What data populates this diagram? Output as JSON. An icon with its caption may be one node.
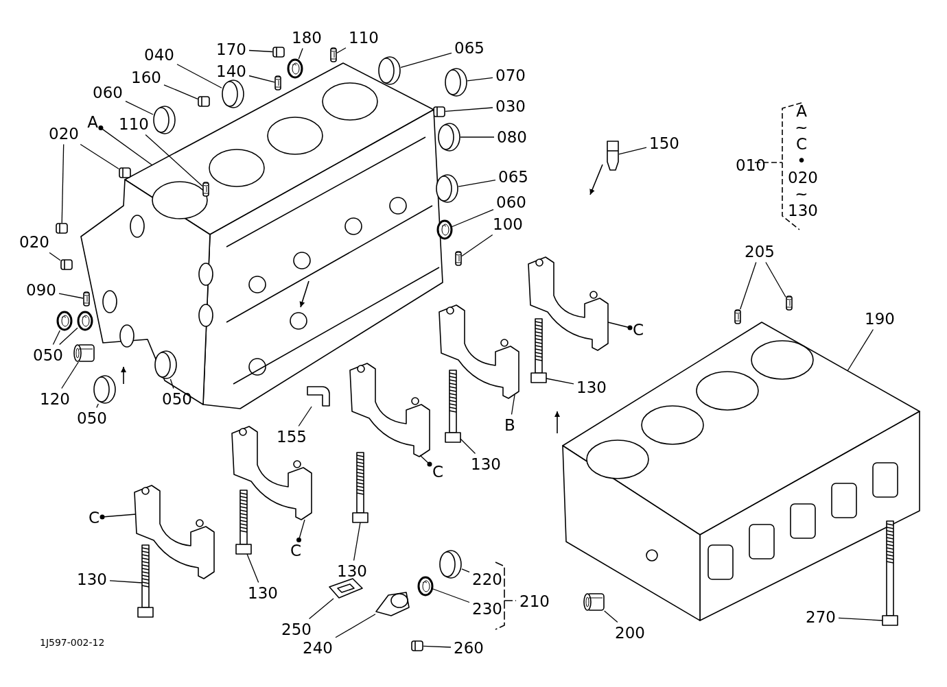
{
  "diagram": {
    "nodes": [
      {
        "text": [
          "180"
        ]
      },
      {
        "text": [
          "110"
        ]
      },
      {
        "text": [
          "170"
        ]
      },
      {
        "text": [
          "065"
        ]
      },
      {
        "text": [
          "040"
        ]
      },
      {
        "text": [
          "140"
        ]
      },
      {
        "text": [
          "070"
        ]
      },
      {
        "text": [
          "160"
        ]
      },
      {
        "text": [
          "060"
        ]
      },
      {
        "text": [
          "030"
        ]
      },
      {
        "text": [
          "A"
        ]
      },
      {
        "text": [
          "110"
        ]
      },
      {
        "text": [
          "020"
        ]
      },
      {
        "text": [
          "080"
        ]
      },
      {
        "text": [
          "150"
        ]
      },
      {
        "text": [
          "065"
        ]
      },
      {
        "text": [
          "060"
        ]
      },
      {
        "text": [
          "100"
        ]
      },
      {
        "text": [
          "020"
        ]
      },
      {
        "text": [
          "205"
        ]
      },
      {
        "text": [
          "090"
        ]
      },
      {
        "text": [
          "190"
        ]
      },
      {
        "text": [
          "C"
        ]
      },
      {
        "text": [
          "050"
        ]
      },
      {
        "text": [
          "120"
        ]
      },
      {
        "text": [
          "050"
        ]
      },
      {
        "text": [
          "130"
        ]
      },
      {
        "text": [
          "050"
        ]
      },
      {
        "text": [
          "B"
        ]
      },
      {
        "text": [
          "155"
        ]
      },
      {
        "text": [
          "C"
        ]
      },
      {
        "text": [
          "130"
        ]
      },
      {
        "text": [
          "C"
        ]
      },
      {
        "text": [
          "C"
        ]
      },
      {
        "text": [
          "130"
        ]
      },
      {
        "text": [
          "130"
        ]
      },
      {
        "text": [
          "220"
        ]
      },
      {
        "text": [
          "130"
        ]
      },
      {
        "text": [
          "230"
        ]
      },
      {
        "text": [
          "250"
        ]
      },
      {
        "text": [
          "200"
        ]
      },
      {
        "text": [
          "270"
        ]
      },
      {
        "text": [
          "240"
        ]
      },
      {
        "text": [
          "260"
        ]
      },
      {
        "text": [],
        "shape": "picture"
      },
      {
        "text": [],
        "shape": "picture"
      },
      {
        "text": [],
        "shape": "picture"
      },
      {
        "text": [],
        "shape": "picture"
      },
      {
        "text": [],
        "shape": "picture"
      },
      {
        "text": [],
        "shape": "picture"
      },
      {
        "text": [],
        "shape": "picture"
      },
      {
        "text": [],
        "shape": "picture"
      },
      {
        "text": [],
        "shape": "picture"
      },
      {
        "text": [],
        "shape": "picture"
      },
      {
        "text": [],
        "shape": "picture"
      },
      {
        "text": [],
        "shape": "picture"
      },
      {
        "text": [],
        "shape": "picture"
      },
      {
        "text": [],
        "shape": "picture"
      },
      {
        "text": [],
        "shape": "picture"
      },
      {
        "text": [],
        "shape": "picture"
      },
      {
        "text": [],
        "shape": "picture"
      },
      {
        "text": [],
        "shape": "picture"
      },
      {
        "text": [],
        "shape": "picture"
      },
      {
        "text": [],
        "shape": "picture"
      },
      {
        "text": [],
        "shape": "picture"
      },
      {
        "text": [],
        "shape": "picture"
      },
      {
        "text": [],
        "shape": "picture"
      },
      {
        "text": [],
        "shape": "picture"
      },
      {
        "text": [],
        "shape": "picture"
      },
      {
        "text": [],
        "shape": "picture"
      },
      {
        "text": [],
        "shape": "picture"
      },
      {
        "text": [],
        "shape": "picture"
      },
      {
        "text": [],
        "shape": "picture"
      },
      {
        "text": [],
        "shape": "picture"
      },
      {
        "text": [],
        "shape": "picture"
      },
      {
        "text": [],
        "shape": "picture"
      },
      {
        "text": [],
        "shape": "picture"
      },
      {
        "text": [],
        "shape": "picture"
      },
      {
        "text": [],
        "shape": "picture"
      },
      {
        "text": [],
        "shape": "picture"
      },
      {
        "text": [],
        "shape": "picture"
      },
      {
        "text": [],
        "shape": "picture"
      },
      {
        "text": [],
        "shape": "picture"
      },
      {
        "text": [],
        "shape": "picture"
      },
      {
        "text": [],
        "shape": "picture"
      },
      {
        "text": [],
        "shape": "picture"
      },
      {
        "text": [],
        "shape": "picture"
      },
      {
        "text": [],
        "shape": "picture"
      },
      {
        "text": [],
        "shape": "picture"
      },
      {
        "text": [],
        "shape": "picture"
      },
      {
        "text": [],
        "shape": "picture"
      }
    ],
    "edges": [
      {
        "from": 0,
        "to": 44,
        "arrow": "none"
      },
      {
        "from": 1,
        "to": 45,
        "arrow": "none"
      },
      {
        "from": 2,
        "to": 46,
        "arrow": "none"
      },
      {
        "from": 3,
        "to": 47,
        "arrow": "none"
      },
      {
        "from": 4,
        "to": 48,
        "arrow": "none"
      },
      {
        "from": 5,
        "to": 49,
        "arrow": "none"
      },
      {
        "from": 6,
        "to": 50,
        "arrow": "none"
      },
      {
        "from": 7,
        "to": 51,
        "arrow": "none"
      },
      {
        "from": 8,
        "to": 52,
        "arrow": "none"
      },
      {
        "from": 9,
        "to": 53,
        "arrow": "none"
      },
      {
        "from": 10,
        "to": 54,
        "arrow": "other"
      },
      {
        "from": 11,
        "to": 55,
        "arrow": "none"
      },
      {
        "from": 12,
        "to": 56,
        "arrow": "none"
      },
      {
        "from": 12,
        "to": 57,
        "arrow": "none"
      },
      {
        "from": 13,
        "to": 59,
        "arrow": "none"
      },
      {
        "from": 14,
        "to": 60,
        "arrow": "none"
      },
      {
        "from": 15,
        "to": 61,
        "arrow": "none"
      },
      {
        "from": 16,
        "to": 62,
        "arrow": "none"
      },
      {
        "from": 17,
        "to": 63,
        "arrow": "none"
      },
      {
        "from": 18,
        "to": 58,
        "arrow": "none"
      },
      {
        "from": 19,
        "to": 64,
        "arrow": "none"
      },
      {
        "from": 19,
        "to": 65,
        "arrow": "none"
      },
      {
        "from": 20,
        "to": 66,
        "arrow": "none"
      },
      {
        "from": 21,
        "to": 67,
        "arrow": "none"
      },
      {
        "from": 22,
        "to": 68,
        "arrow": "other"
      },
      {
        "from": 23,
        "to": 69,
        "arrow": "none"
      },
      {
        "from": 23,
        "to": 70,
        "arrow": "none"
      },
      {
        "from": 24,
        "to": 71,
        "arrow": "none"
      },
      {
        "from": 25,
        "to": 72,
        "arrow": "none"
      },
      {
        "from": 26,
        "to": 73,
        "arrow": "none"
      },
      {
        "from": 27,
        "to": 74,
        "arrow": "none"
      },
      {
        "from": 28,
        "to": 75,
        "arrow": "none"
      },
      {
        "from": 29,
        "to": 76,
        "arrow": "none"
      },
      {
        "from": 30,
        "to": 77,
        "arrow": "other"
      },
      {
        "from": 31,
        "to": 78,
        "arrow": "none"
      },
      {
        "from": 32,
        "to": 79,
        "arrow": "other"
      },
      {
        "from": 33,
        "to": 80,
        "arrow": "other"
      },
      {
        "from": 34,
        "to": 81,
        "arrow": "none"
      },
      {
        "from": 35,
        "to": 82,
        "arrow": "none"
      },
      {
        "from": 36,
        "to": 83,
        "arrow": "none"
      },
      {
        "from": 37,
        "to": 84,
        "arrow": "none"
      },
      {
        "from": 38,
        "to": 85,
        "arrow": "none"
      },
      {
        "from": 39,
        "to": 86,
        "arrow": "none"
      },
      {
        "from": 40,
        "to": 87,
        "arrow": "none"
      },
      {
        "from": 41,
        "to": 88,
        "arrow": "none"
      },
      {
        "from": 42,
        "to": 89,
        "arrow": "none"
      },
      {
        "from": 43,
        "to": 90,
        "arrow": "none"
      }
    ],
    "labels": [
      "010",
      "A ~ C • 020 ~ 130",
      "210",
      "1J597-002-12"
    ]
  }
}
